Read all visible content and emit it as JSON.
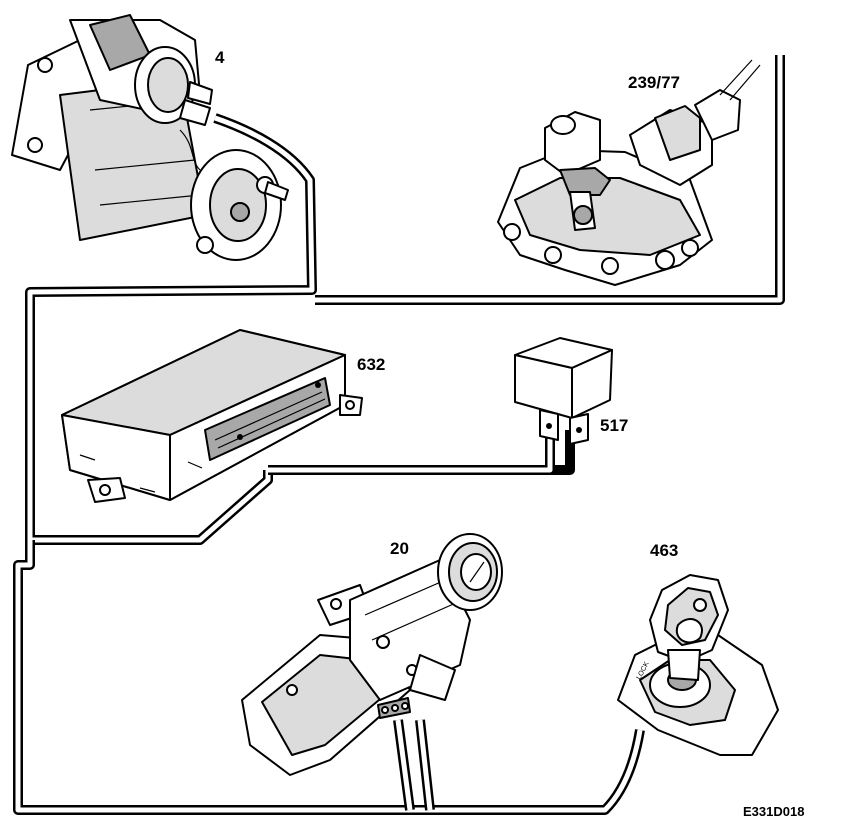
{
  "components": [
    {
      "id": "starter-motor",
      "callout": "4"
    },
    {
      "id": "gear-position-sensor",
      "callout": "239/77"
    },
    {
      "id": "control-module",
      "callout": "632"
    },
    {
      "id": "relay",
      "callout": "517"
    },
    {
      "id": "ignition-switch",
      "callout": "20"
    },
    {
      "id": "gear-selector",
      "callout": "463",
      "engraving": "LOCK"
    }
  ],
  "figure_id": "E331D018"
}
